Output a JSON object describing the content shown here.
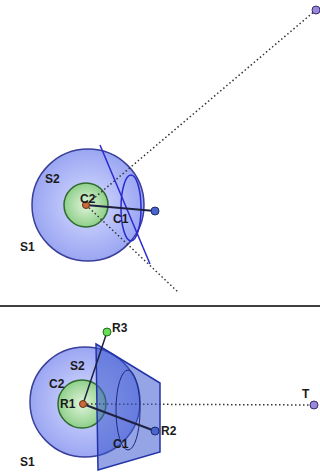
{
  "diagram": {
    "labels": [
      "S2",
      "C2",
      "C1",
      "S1",
      "R3",
      "S2",
      "C2",
      "R1",
      "C1",
      "R2",
      "T",
      "S1"
    ]
  }
}
